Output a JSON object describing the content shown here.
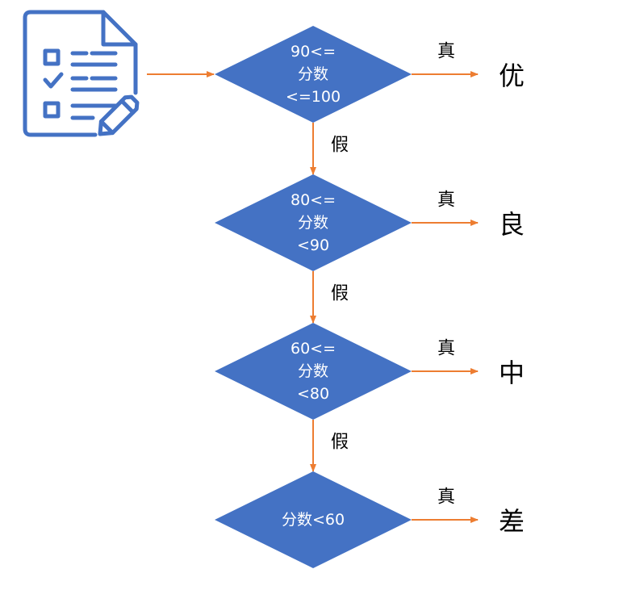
{
  "colors": {
    "diamond_fill": "#4472C4",
    "arrow": "#ED7D31",
    "icon": "#4472C4",
    "text_dark": "#000000",
    "text_light": "#FFFFFF"
  },
  "icon": {
    "name": "checklist-document-pencil-icon"
  },
  "decisions": [
    {
      "lines": [
        "90<=",
        "分数",
        "<=100"
      ],
      "true_label": "真",
      "false_label": "假",
      "result": "优"
    },
    {
      "lines": [
        "80<=",
        "分数",
        "<90"
      ],
      "true_label": "真",
      "false_label": "假",
      "result": "良"
    },
    {
      "lines": [
        "60<=",
        "分数",
        "<80"
      ],
      "true_label": "真",
      "false_label": "假",
      "result": "中"
    },
    {
      "lines": [
        "分数<60"
      ],
      "true_label": "真",
      "result": "差"
    }
  ]
}
